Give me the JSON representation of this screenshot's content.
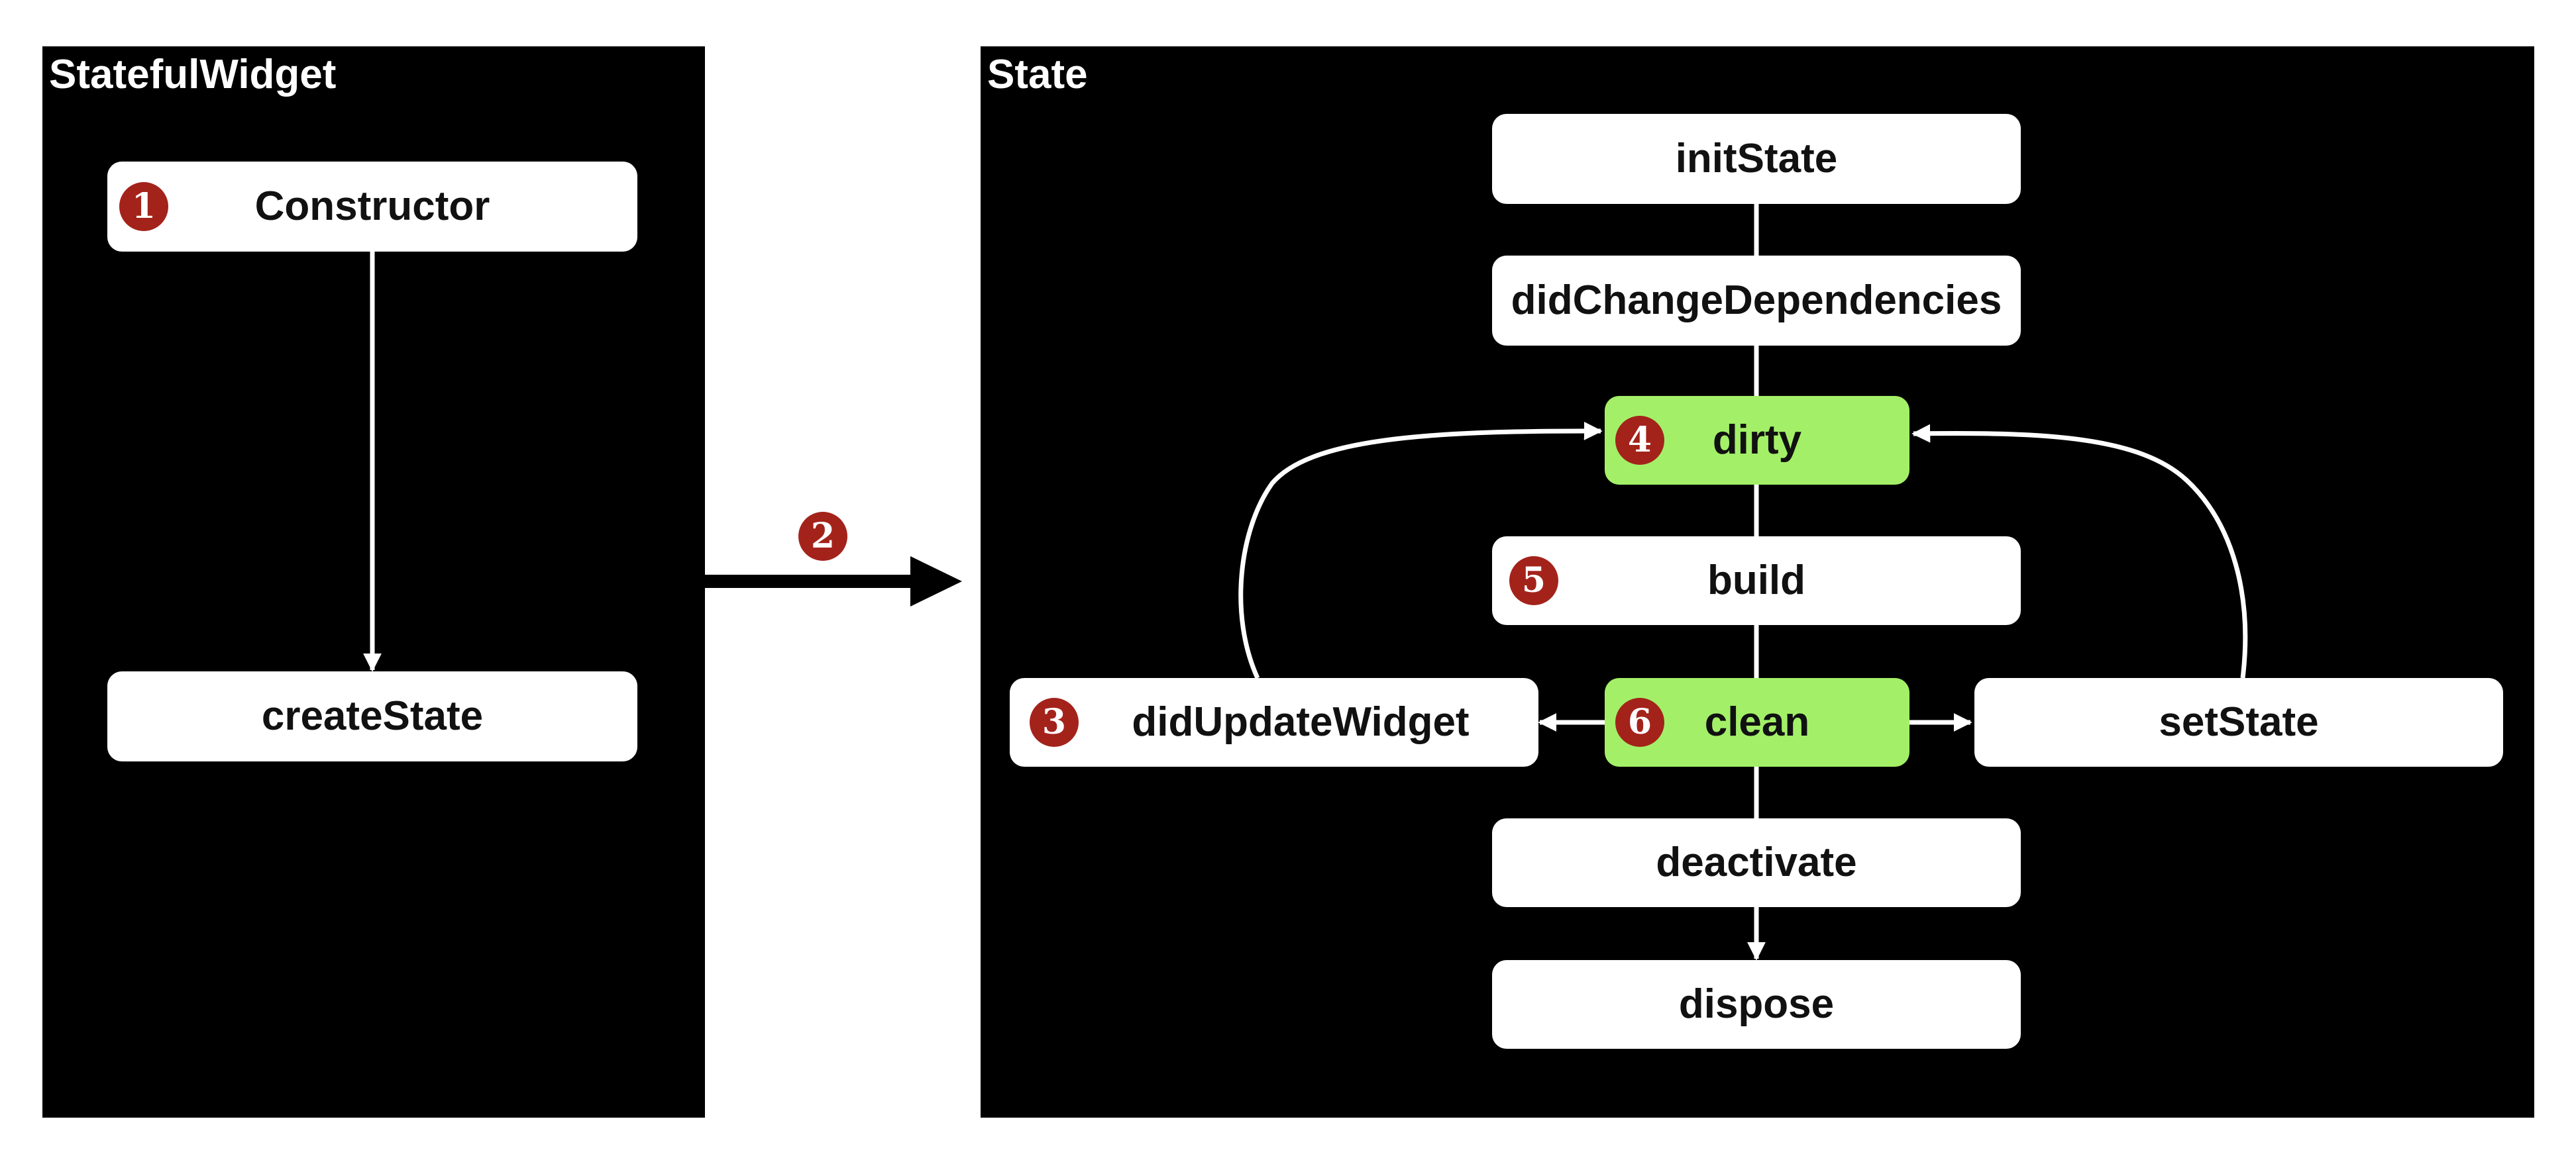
{
  "panels": {
    "widget": {
      "title": "StatefulWidget"
    },
    "state": {
      "title": "State"
    }
  },
  "nodes": {
    "constructor": {
      "label": "Constructor",
      "badge": "1"
    },
    "createState": {
      "label": "createState"
    },
    "initState": {
      "label": "initState"
    },
    "didChangeDependencies": {
      "label": "didChangeDependencies"
    },
    "dirty": {
      "label": "dirty",
      "badge": "4"
    },
    "build": {
      "label": "build",
      "badge": "5"
    },
    "didUpdateWidget": {
      "label": "didUpdateWidget",
      "badge": "3"
    },
    "clean": {
      "label": "clean",
      "badge": "6"
    },
    "setState": {
      "label": "setState"
    },
    "deactivate": {
      "label": "deactivate"
    },
    "dispose": {
      "label": "dispose"
    }
  },
  "transition": {
    "badge": "2"
  },
  "colors": {
    "panel_background": "#000000",
    "node_background": "#ffffff",
    "state_flag_background": "#a3f068",
    "badge_background": "#a3231b",
    "connector": "#ffffff",
    "transition_arrow": "#000000"
  }
}
